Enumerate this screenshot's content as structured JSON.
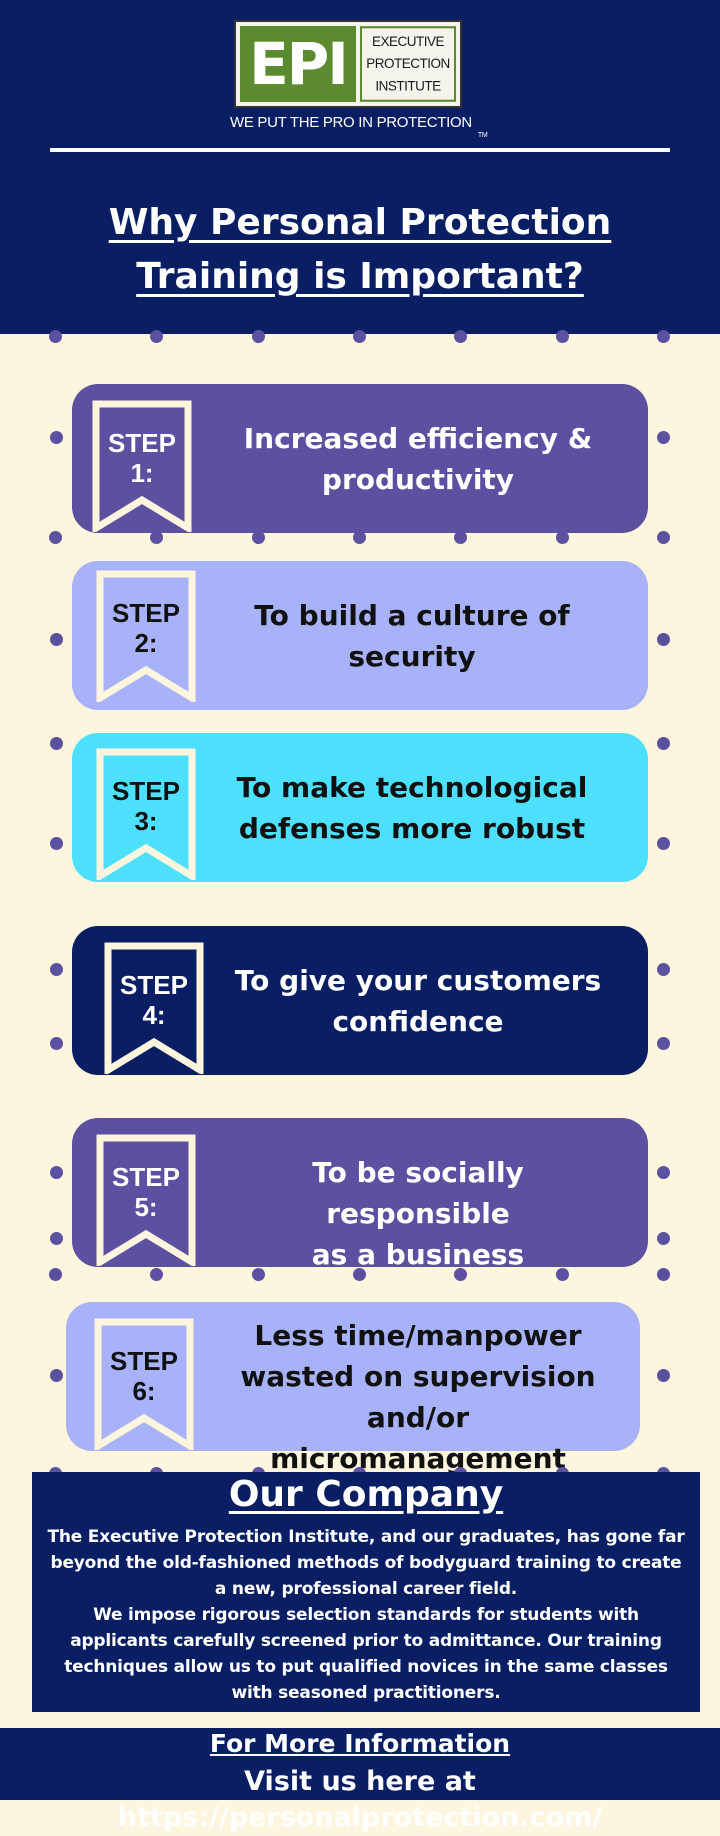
{
  "header": {
    "logo": {
      "mark": "EPI",
      "name_lines": [
        "EXECUTIVE",
        "PROTECTION",
        "INSTITUTE"
      ],
      "tagline": "WE PUT THE PRO IN PROTECTION",
      "trademark": "TM"
    },
    "title_line1": "Why Personal Protection",
    "title_line2": "Training is Important?"
  },
  "colors": {
    "navy": "#0a1f63",
    "cream": "#fdf5dd",
    "purple": "#5c50a0",
    "periwinkle": "#a8b2f8",
    "cyan": "#4de0fc",
    "badge_outline": "#fdf5dd"
  },
  "steps": [
    {
      "label_word": "STEP",
      "label_num": "1:",
      "text_lines": [
        "Increased efficiency &",
        "productivity"
      ],
      "color": "#5c50a0",
      "text_color": "#ffffff",
      "badge_fill": "#5c50a0",
      "badge_text_color": "#ffffff"
    },
    {
      "label_word": "STEP",
      "label_num": "2:",
      "text_lines": [
        "To build a culture of",
        "security"
      ],
      "color": "#a8b2f8",
      "text_color": "#111111",
      "badge_fill": "#a8b2f8",
      "badge_text_color": "#111111"
    },
    {
      "label_word": "STEP",
      "label_num": "3:",
      "text_lines": [
        "To make technological",
        "defenses more robust"
      ],
      "color": "#4de0fc",
      "text_color": "#111111",
      "badge_fill": "#4de0fc",
      "badge_text_color": "#111111"
    },
    {
      "label_word": "STEP",
      "label_num": "4:",
      "text_lines": [
        "To give your customers",
        "confidence"
      ],
      "color": "#0a1f63",
      "text_color": "#ffffff",
      "badge_fill": "#0a1f63",
      "badge_text_color": "#ffffff"
    },
    {
      "label_word": "STEP",
      "label_num": "5:",
      "text_lines": [
        "To be socially responsible",
        "as a business"
      ],
      "color": "#5c50a0",
      "text_color": "#ffffff",
      "badge_fill": "#5c50a0",
      "badge_text_color": "#ffffff"
    },
    {
      "label_word": "STEP",
      "label_num": "6:",
      "text_lines": [
        "Less time/manpower",
        "wasted on supervision",
        "and/or micromanagement"
      ],
      "color": "#a8b2f8",
      "text_color": "#111111",
      "badge_fill": "#a8b2f8",
      "badge_text_color": "#111111"
    }
  ],
  "company": {
    "title": "Our Company",
    "paragraph1": "The Executive Protection Institute, and our graduates, has gone far beyond the old-fashioned methods of bodyguard training to create a new, professional career field.",
    "paragraph2": "We impose rigorous selection standards for students with applicants carefully screened prior to admittance. Our training techniques allow us to put qualified novices in the same classes with seasoned practitioners."
  },
  "footer": {
    "title": "For More Information",
    "link_text": "Visit us here at https://personalprotection.com/"
  }
}
